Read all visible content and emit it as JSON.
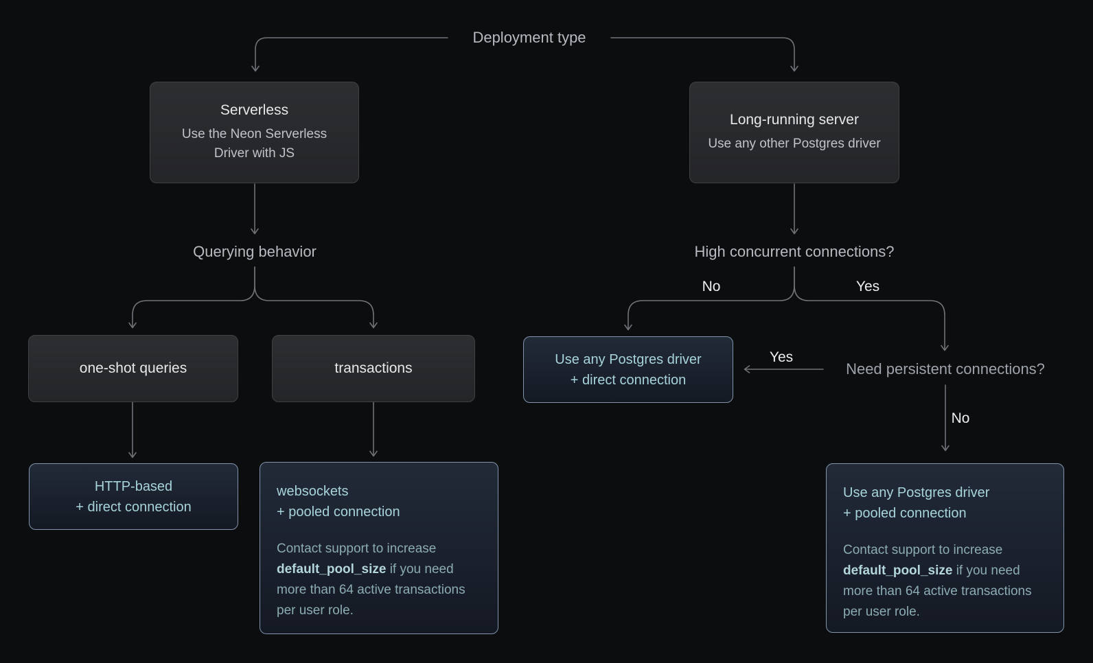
{
  "colors": {
    "background": "#0c0d0e",
    "connector": "#6f7378",
    "label": "#b6bac1",
    "label_dim": "#9da3aa",
    "branch_label": "#edeef0",
    "gray_border": "#3f4145",
    "gray_bg_top": "#2d2e31",
    "gray_bg_bottom": "#242528",
    "gray_title": "#e7e8ea",
    "gray_subtitle": "#c0c3c8",
    "accent_border": "#8295ad",
    "accent_bg_top": "#222a38",
    "accent_bg_bottom": "#141923",
    "accent_text": "#a7d4db",
    "note_text": "#8cacb3",
    "note_bold": "#b3d6dc"
  },
  "labels": {
    "deployment_type": "Deployment type",
    "querying_behavior": "Querying behavior",
    "high_concurrent": "High concurrent connections?",
    "need_persistent": "Need persistent connections?",
    "no_left_branch": "No",
    "yes_right_branch": "Yes",
    "yes_to_direct": "Yes",
    "no_down_branch": "No"
  },
  "nodes": {
    "serverless": {
      "title": "Serverless",
      "subtitle": "Use the Neon Serverless Driver with JS"
    },
    "long_running": {
      "title": "Long-running server",
      "subtitle": "Use any other Postgres driver"
    },
    "one_shot": {
      "title": "one-shot queries"
    },
    "transactions": {
      "title": "transactions"
    },
    "http_based": {
      "line1": "HTTP-based",
      "line2": "+ direct connection"
    },
    "direct_connection": {
      "line1": "Use any Postgres driver",
      "line2": "+ direct connection"
    },
    "websockets": {
      "line1": "websockets",
      "line2": "+ pooled connection",
      "note_prefix": "Contact support to increase ",
      "note_bold": "default_pool_size",
      "note_suffix": " if you need more than 64 active transactions per user role."
    },
    "pooled": {
      "line1": "Use any Postgres driver",
      "line2": "+ pooled connection",
      "note_prefix": "Contact support to increase ",
      "note_bold": "default_pool_size",
      "note_suffix": " if you need more than 64 active transactions per user role."
    }
  }
}
